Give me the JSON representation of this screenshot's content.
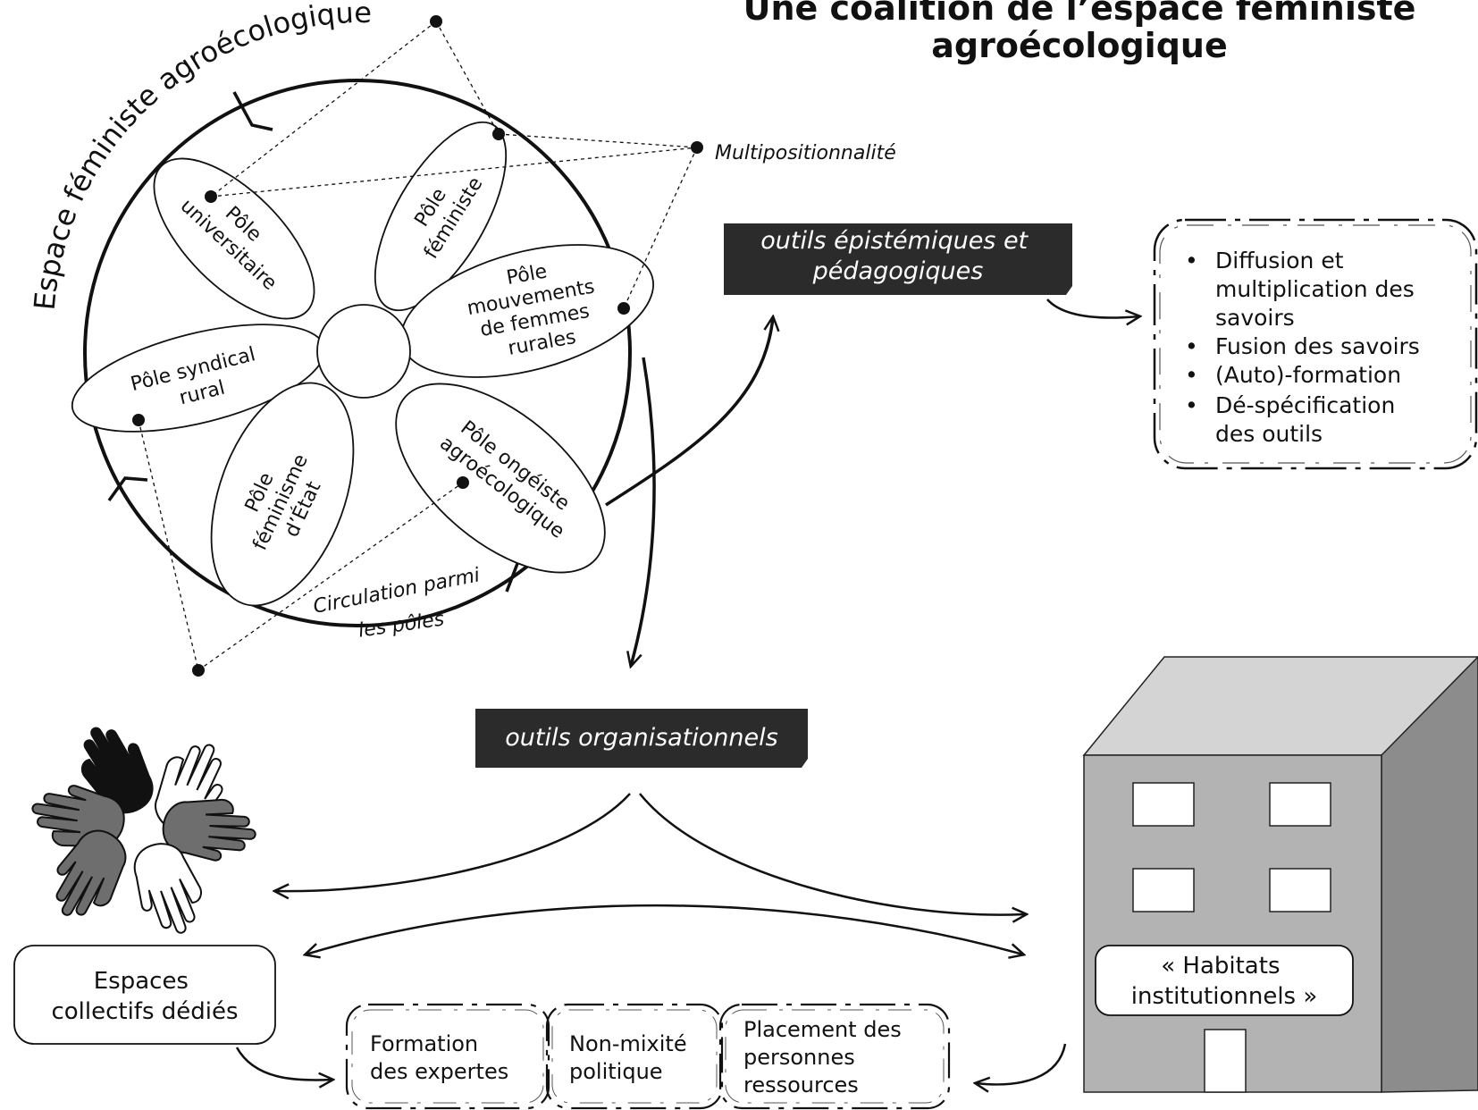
{
  "title": {
    "line1": "Une coalition de l’espace féministe",
    "line2": "agroécologique"
  },
  "space_label": "Espace féministe agroécologique",
  "poles": [
    {
      "id": "universitaire",
      "lines": [
        "Pôle",
        "universitaire"
      ]
    },
    {
      "id": "feministe",
      "lines": [
        "Pôle",
        "féministe"
      ]
    },
    {
      "id": "mouvements",
      "lines": [
        "Pôle",
        "mouvements",
        "de femmes",
        "rurales"
      ]
    },
    {
      "id": "syndical",
      "lines": [
        "Pôle syndical",
        "rural"
      ]
    },
    {
      "id": "etat",
      "lines": [
        "Pôle",
        "féminisme",
        "d’État"
      ]
    },
    {
      "id": "ongeiste",
      "lines": [
        "Pôle ongéiste",
        "agroécologique"
      ]
    }
  ],
  "circulation_label": [
    "Circulation parmi",
    "les pôles"
  ],
  "multipositionality_label": "Multipositionnalité",
  "epistemic_tools": {
    "label": [
      "outils épistémiques et",
      "pédagogiques"
    ],
    "items": [
      "Diffusion et",
      "multiplication des",
      "savoirs",
      "Fusion des savoirs",
      "(Auto)-formation",
      "Dé-spécification",
      "des outils"
    ]
  },
  "organisational_tools": {
    "label": "outils organisationnels"
  },
  "collective_spaces": {
    "label": [
      "Espaces",
      "collectifs dédiés"
    ]
  },
  "institutional_habitats": {
    "label": [
      "« Habitats",
      "institutionnels »"
    ]
  },
  "strategies": [
    {
      "id": "formation",
      "lines": [
        "Formation",
        "des expertes"
      ]
    },
    {
      "id": "non-mixite",
      "lines": [
        "Non-mixité",
        "politique"
      ]
    },
    {
      "id": "placement",
      "lines": [
        "Placement des",
        "personnes",
        "ressources"
      ]
    }
  ],
  "colors": {
    "dark_box": "#2b2b2b",
    "building_front": "#b3b3b3",
    "building_side": "#8c8c8c",
    "building_top": "#d4d4d4",
    "hand_black": "#111111",
    "hand_grey": "#6e6e6e",
    "hand_white": "#ffffff"
  }
}
